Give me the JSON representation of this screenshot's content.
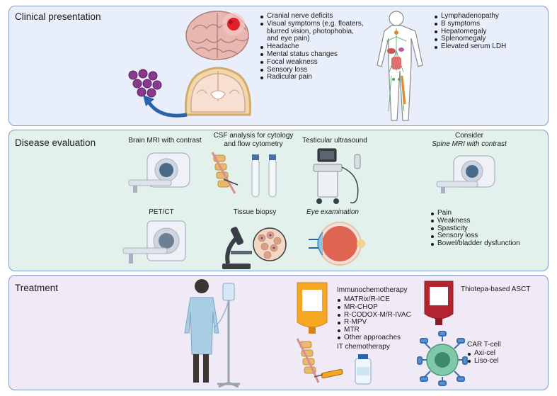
{
  "clinical": {
    "title": "Clinical presentation",
    "neuro_symptoms": [
      "Cranial nerve deficits",
      "Visual symptoms (e.g. floaters,",
      "blurred vision, photophobia,",
      "and eye pain)",
      "Headache",
      "Mental status changes",
      "Focal weakness",
      "Sensory loss",
      "Radicular pain"
    ],
    "systemic_symptoms": [
      "Lymphadenopathy",
      "B symptoms",
      "Hepatomegaly",
      "Splenomegaly",
      "Elevated serum LDH"
    ]
  },
  "evaluation": {
    "title": "Disease evaluation",
    "brain_mri": "Brain MRI with contrast",
    "csf_line1": "CSF analysis for cytology",
    "csf_line2": "and flow cytometry",
    "testicular_us": "Testicular ultrasound",
    "consider": "Consider",
    "spine_mri": "Spine MRI with contrast",
    "pet_ct": "PET/CT",
    "tissue_biopsy": "Tissue biopsy",
    "eye_exam": "Eye examination",
    "spine_symptoms": [
      "Pain",
      "Weakness",
      "Spasticity",
      "Sensory loss",
      "Bowel/bladder dysfunction"
    ]
  },
  "treatment": {
    "title": "Treatment",
    "immunochemo_title": "Immunochemotherapy",
    "immunochemo_regimens": [
      "MATRix/R-ICE",
      "MR-CHOP",
      "R-CODOX-M/R-IVAC",
      "R-MPV",
      "MTR",
      "Other approaches"
    ],
    "it_chemo": "IT chemotherapy",
    "asct": "Thiotepa-based ASCT",
    "cart_title": "CAR T-cell",
    "cart_items": [
      "Axi-cel",
      "Liso-cel"
    ]
  },
  "colors": {
    "panel_clinical": "#e9effa",
    "panel_evaluation": "#e3f1ec",
    "panel_treatment": "#f0eaf6",
    "panel_border": "#7f9bc4"
  }
}
